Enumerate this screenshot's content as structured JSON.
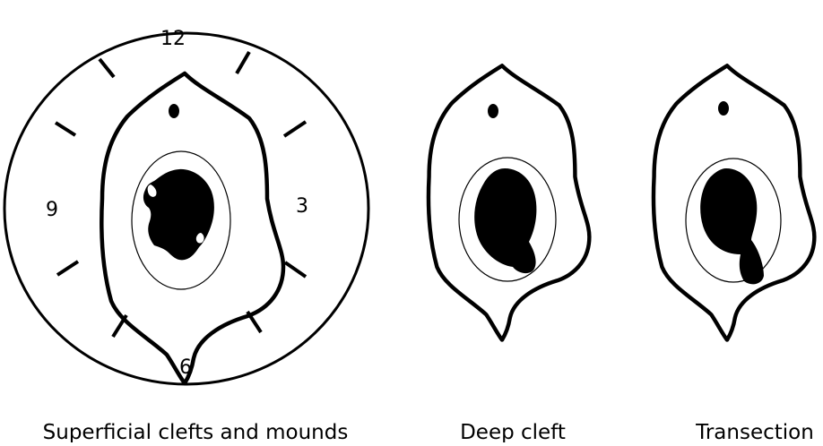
{
  "clock": {
    "n12": "12",
    "n3": "3",
    "n6": "6",
    "n9": "9"
  },
  "panels": [
    {
      "caption": "Superficial clefts and mounds"
    },
    {
      "caption": "Deep cleft"
    },
    {
      "caption": "Transection"
    }
  ]
}
